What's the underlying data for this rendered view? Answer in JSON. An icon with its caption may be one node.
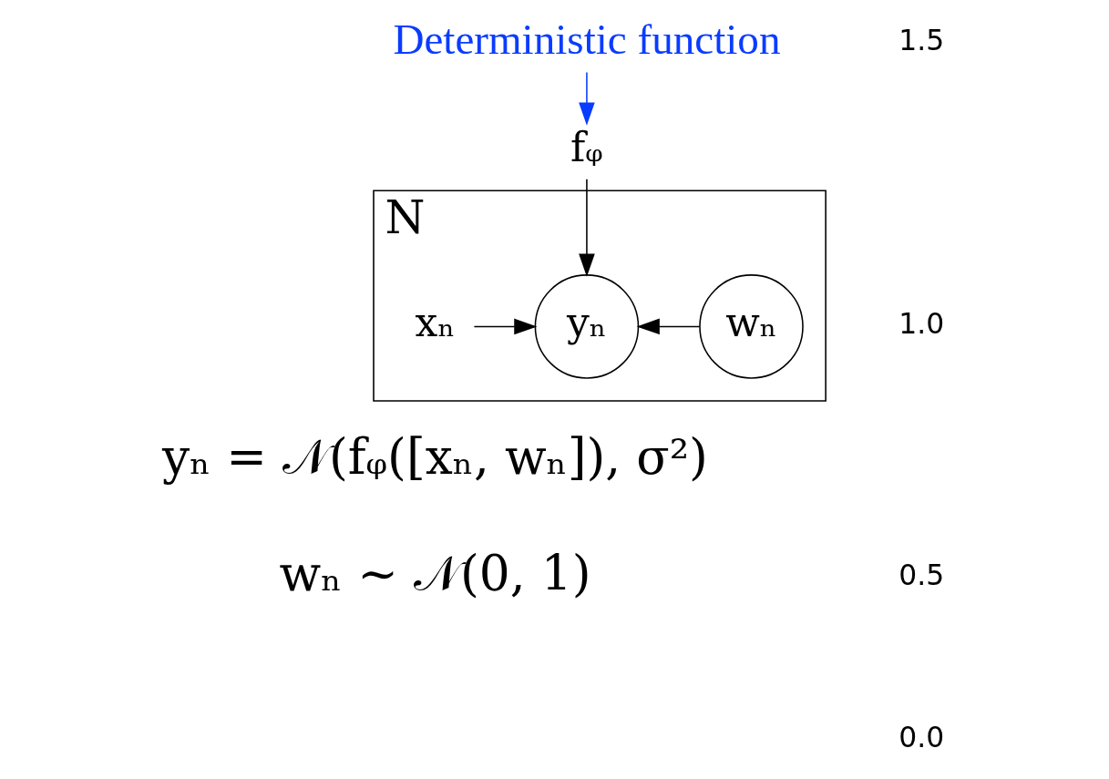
{
  "diagram": {
    "nodes": [
      {
        "text": [
          "Deterministic function"
        ]
      },
      {
        "text": [
          "fᵩ"
        ]
      },
      {
        "text": [
          "N"
        ]
      },
      {
        "text": [
          "xₙ"
        ],
        "in": 2
      },
      {
        "text": [
          "yₙ"
        ],
        "in": 2
      },
      {
        "text": [
          "wₙ"
        ],
        "in": 2
      }
    ],
    "edges": [
      {
        "from": 0,
        "to": 1,
        "arrow": "to",
        "color": "#0a3cff"
      },
      {
        "from": 1,
        "to": 4,
        "arrow": "to"
      },
      {
        "from": 3,
        "to": 4,
        "arrow": "to"
      },
      {
        "from": 5,
        "to": 4,
        "arrow": "to"
      }
    ],
    "labels": [
      "yₙ = 𝒩(fᵩ([xₙ, wₙ]), σ²)",
      "wₙ ∼ 𝒩(0, 1)",
      "1.5",
      "1.0",
      "0.5",
      "0.0"
    ]
  }
}
